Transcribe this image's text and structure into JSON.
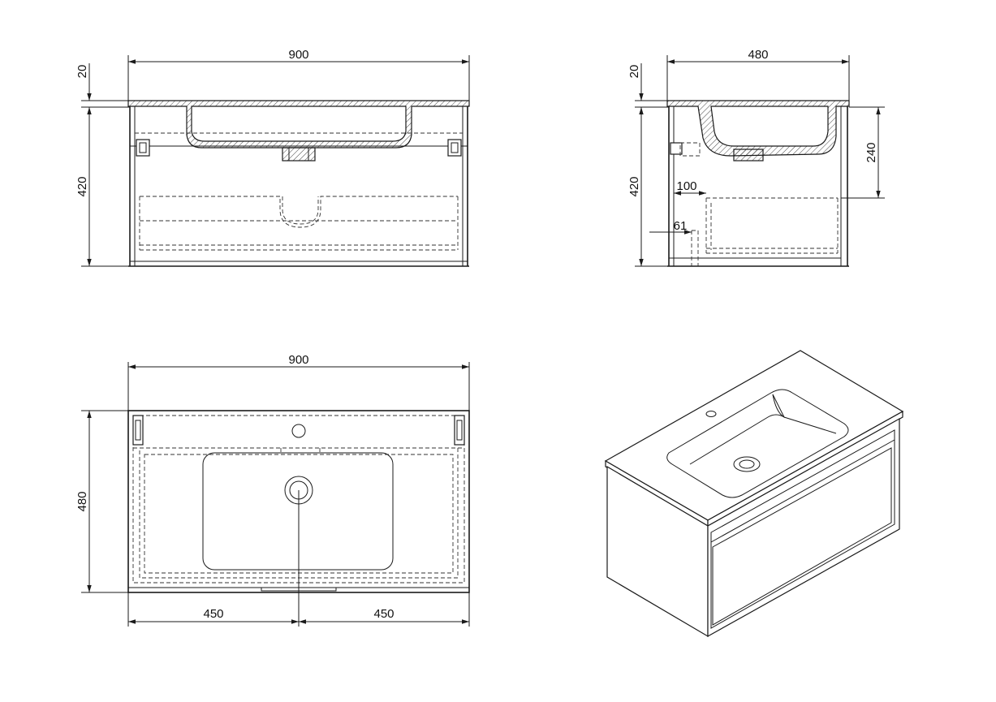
{
  "front_section": {
    "width_label": "900",
    "top_thickness_label": "20",
    "height_label": "420"
  },
  "side_section": {
    "depth_label": "480",
    "top_thickness_label": "20",
    "height_label": "420",
    "drain_height_label": "240",
    "inset_label": "100",
    "setback_label": "61"
  },
  "plan_view": {
    "width_label": "900",
    "depth_label": "480",
    "left_half_label": "450",
    "right_half_label": "450"
  },
  "colors": {
    "line": "#1a1a1a",
    "background": "#ffffff"
  }
}
